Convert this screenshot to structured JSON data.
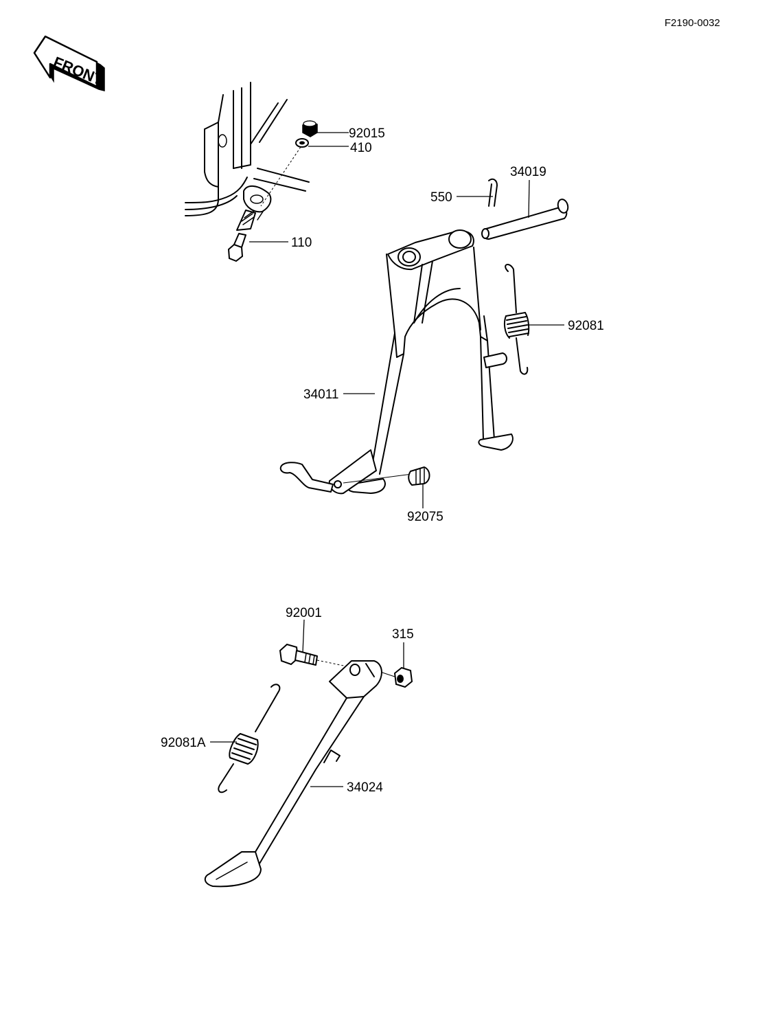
{
  "diagram": {
    "code": "F2190-0032",
    "front_label": "FRONT",
    "parts": {
      "p92015": "92015",
      "p410": "410",
      "p110": "110",
      "p34019": "34019",
      "p550": "550",
      "p92081": "92081",
      "p34011": "34011",
      "p92075": "92075",
      "p92001": "92001",
      "p315": "315",
      "p92081A": "92081A",
      "p34024": "34024"
    }
  }
}
